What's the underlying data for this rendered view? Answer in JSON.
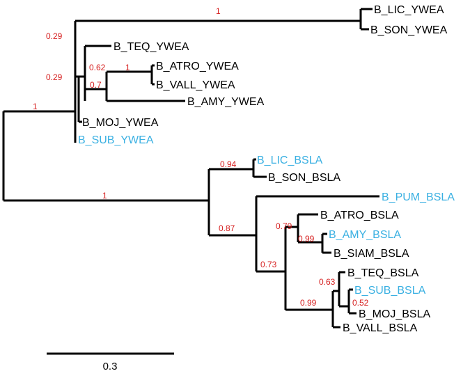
{
  "colors": {
    "branch": "#000000",
    "leaf_default": "#000000",
    "leaf_highlight": "#3ab0e2",
    "support": "#d62020"
  },
  "leaves": [
    {
      "id": "lic_ywea",
      "label": "B_LIC_YWEA",
      "highlight": false
    },
    {
      "id": "son_ywea",
      "label": "B_SON_YWEA",
      "highlight": false
    },
    {
      "id": "teq_ywea",
      "label": "B_TEQ_YWEA",
      "highlight": false
    },
    {
      "id": "atro_ywea",
      "label": "B_ATRO_YWEA",
      "highlight": false
    },
    {
      "id": "vall_ywea",
      "label": "B_VALL_YWEA",
      "highlight": false
    },
    {
      "id": "amy_ywea",
      "label": "B_AMY_YWEA",
      "highlight": false
    },
    {
      "id": "moj_ywea",
      "label": "B_MOJ_YWEA",
      "highlight": false
    },
    {
      "id": "sub_ywea",
      "label": "B_SUB_YWEA",
      "highlight": true
    },
    {
      "id": "lic_bsla",
      "label": "B_LIC_BSLA",
      "highlight": true
    },
    {
      "id": "son_bsla",
      "label": "B_SON_BSLA",
      "highlight": false
    },
    {
      "id": "pum_bsla",
      "label": "B_PUM_BSLA",
      "highlight": true
    },
    {
      "id": "atro_bsla",
      "label": "B_ATRO_BSLA",
      "highlight": false
    },
    {
      "id": "amy_bsla",
      "label": "B_AMY_BSLA",
      "highlight": true
    },
    {
      "id": "siam_bsla",
      "label": "B_SIAM_BSLA",
      "highlight": false
    },
    {
      "id": "teq_bsla",
      "label": "B_TEQ_BSLA",
      "highlight": false
    },
    {
      "id": "sub_bsla",
      "label": "B_SUB_BSLA",
      "highlight": true
    },
    {
      "id": "moj_bsla",
      "label": "B_MOJ_BSLA",
      "highlight": false
    },
    {
      "id": "vall_bsla",
      "label": "B_VALL_BSLA",
      "highlight": false
    }
  ],
  "supports": [
    {
      "id": "s_ywea_lic_son",
      "label": "1"
    },
    {
      "id": "s_ywea_top",
      "label": "0.29"
    },
    {
      "id": "s_ywea_core",
      "label": "0.29"
    },
    {
      "id": "s_teq_group",
      "label": "0.62"
    },
    {
      "id": "s_atro_vall",
      "label": "1"
    },
    {
      "id": "s_amy_group",
      "label": "0.7"
    },
    {
      "id": "s_root_ywea",
      "label": "1"
    },
    {
      "id": "s_root_bsla",
      "label": "1"
    },
    {
      "id": "s_lic_son_bsla",
      "label": "0.94"
    },
    {
      "id": "s_bsla_main",
      "label": "0.87"
    },
    {
      "id": "s_atro_group",
      "label": "0.79"
    },
    {
      "id": "s_amy_siam",
      "label": "0.99"
    },
    {
      "id": "s_bsla_inner",
      "label": "0.73"
    },
    {
      "id": "s_teq_subclade",
      "label": "0.63"
    },
    {
      "id": "s_sub_moj",
      "label": "0.52"
    },
    {
      "id": "s_vall_group",
      "label": "0.99"
    }
  ],
  "scale_bar": {
    "value": 0.3,
    "label": "0.3"
  }
}
